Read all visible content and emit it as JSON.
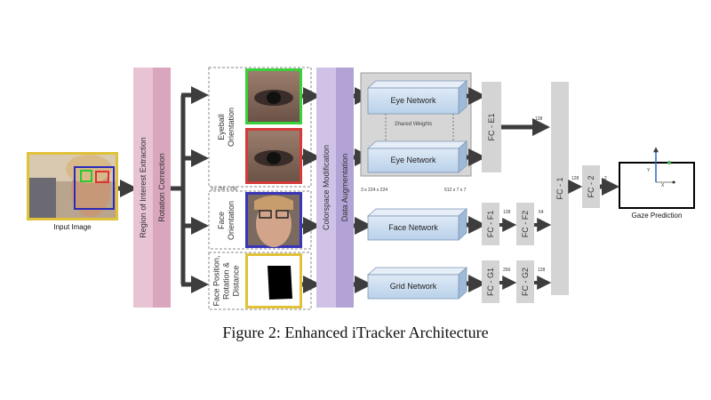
{
  "input": {
    "label": "Input Image"
  },
  "bars": {
    "roi": "Region of Interest Extraction",
    "rotation": "Rotation Correction",
    "colorspace": "Colorspace Modification",
    "augmentation": "Data Augmentation"
  },
  "crops": {
    "eyeball": "Eyeball Orientation",
    "face": "Face Orientation",
    "grid": "Face Position, Rotation & Distance",
    "dims": "3 x 256 x 256"
  },
  "networks": {
    "eye1": "Eye Network",
    "eye2": "Eye Network",
    "shared": "Shared Weights",
    "face": "Face Network",
    "grid": "Grid Network",
    "in_dims": "3 x 224 x 224",
    "out_dims": "512 x 7 x 7"
  },
  "fc": {
    "e1": "FC - E1",
    "f1": "FC - F1",
    "f2": "FC - F2",
    "g1": "FC - G1",
    "g2": "FC - G2",
    "fc1": "FC - 1",
    "fc2": "FC - 2"
  },
  "dims": {
    "e1_out": "128",
    "f1_out": "128",
    "f2_out": "64",
    "g1_out": "256",
    "g2_out": "128",
    "fc1_out": "128",
    "fc2_out": "2"
  },
  "output": {
    "label": "Gaze Prediction",
    "y": "Y",
    "x": "X"
  },
  "caption": "Figure 2: Enhanced iTracker Architecture",
  "colors": {
    "roi_bar": "#e8c3d4",
    "roi_bar_dark": "#d9a6bd",
    "purple_bar": "#cfc2e6",
    "purple_bar_dark": "#b3a2d6",
    "network": "#c8ddf1",
    "gray_block": "#d4d4d4",
    "arrow": "#3d3d3d",
    "eye_green": "#3bd03b",
    "eye_red": "#d43a3a",
    "face_blue": "#3a36b8",
    "grid_yellow": "#e2c23a"
  }
}
